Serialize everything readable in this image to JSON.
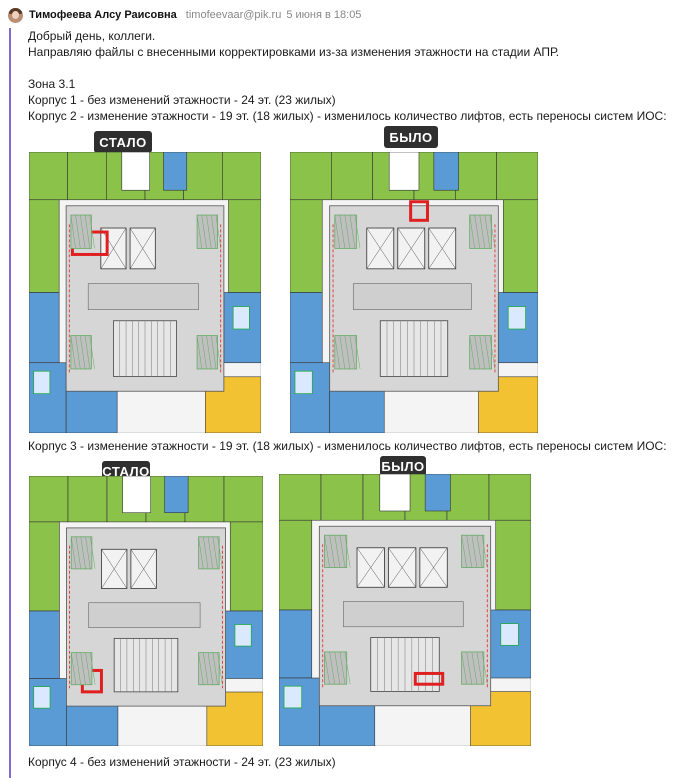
{
  "message": {
    "sender": "Тимофеева Алсу Раисовна",
    "email": "timofeevaar@pik.ru",
    "date": "5 июня в 18:05",
    "greeting": "Добрый день, коллеги.",
    "intro": "Направляю файлы с внесенными корректировками из-за изменения этажности на стадии АПР.",
    "zone": "Зона 3.1",
    "korpus1": "Корпус  1 - без изменений этажности - 24 эт. (23 жилых)",
    "korpus2": "Корпус  2 - изменение этажности - 19 эт. (18 жилых) - изменилось количество лифтов, есть переносы систем ИОС:",
    "korpus3": "Корпус  3 - изменение этажности - 19 эт. (18 жилых) - изменилось количество лифтов, есть переносы систем ИОС:",
    "korpus4": "Корпус  4 - без изменений этажности - 24 эт. (23 жилых)"
  },
  "labels": {
    "after": "СТАЛО",
    "before": "БЫЛО"
  },
  "colors": {
    "accent": "#8a67d6",
    "tag_bg": "#2f2f2f",
    "green": "#8bc34a",
    "blue": "#5b9bd5",
    "yellow": "#f2c233",
    "red": "#e02020"
  }
}
